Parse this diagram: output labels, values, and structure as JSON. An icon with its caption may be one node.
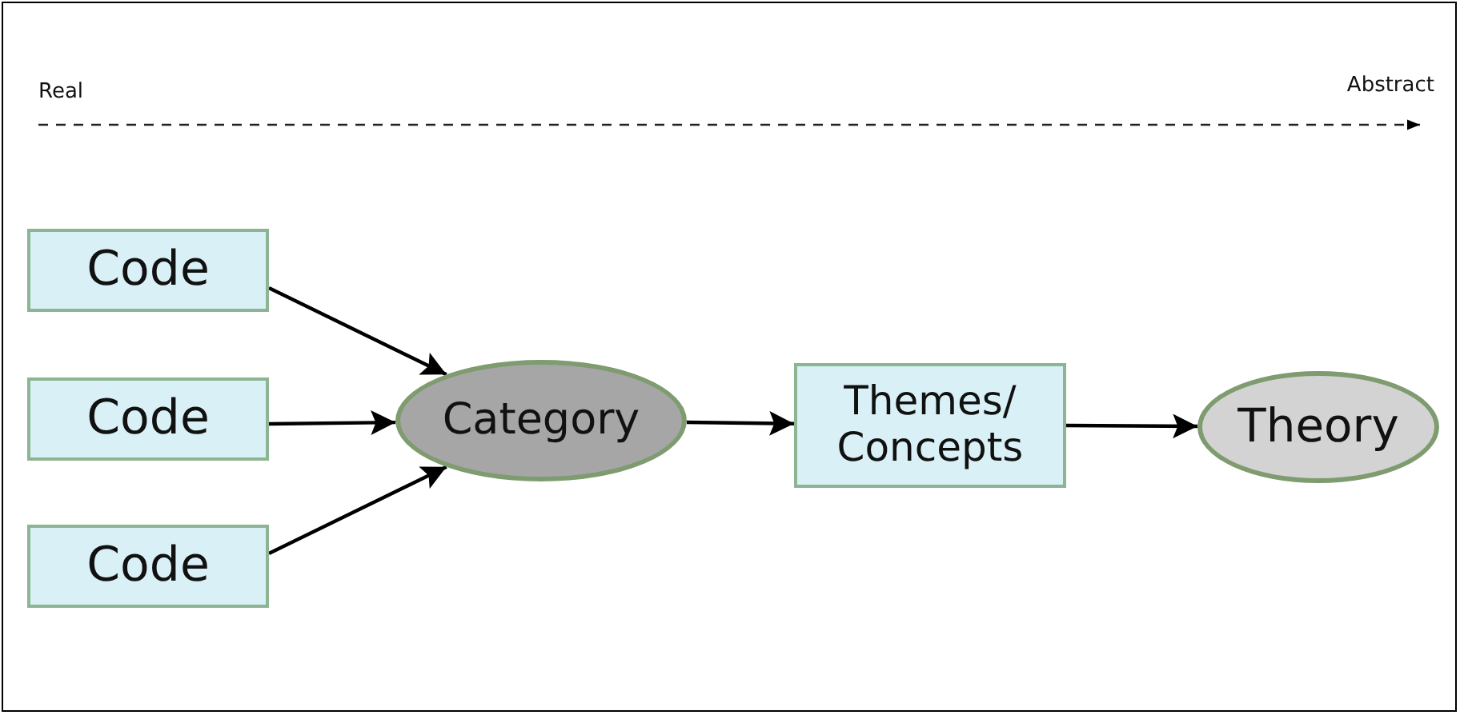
{
  "diagram": {
    "nodes": [
      {
        "text": [
          "Code"
        ]
      },
      {
        "text": [
          "Code"
        ]
      },
      {
        "text": [
          "Code"
        ]
      },
      {
        "text": [
          "Category"
        ]
      },
      {
        "text": [
          "Themes/ Concepts"
        ]
      },
      {
        "text": [
          "Theory"
        ]
      }
    ],
    "edges": [
      {
        "from": 0,
        "to": 3,
        "arrow": "to"
      },
      {
        "from": 1,
        "to": 3,
        "arrow": "to"
      },
      {
        "from": 2,
        "to": 3,
        "arrow": "to"
      },
      {
        "from": 3,
        "to": 4,
        "arrow": "to"
      },
      {
        "from": 4,
        "to": 5,
        "arrow": "to"
      }
    ],
    "labels": [
      "Real",
      "Abstract"
    ]
  }
}
